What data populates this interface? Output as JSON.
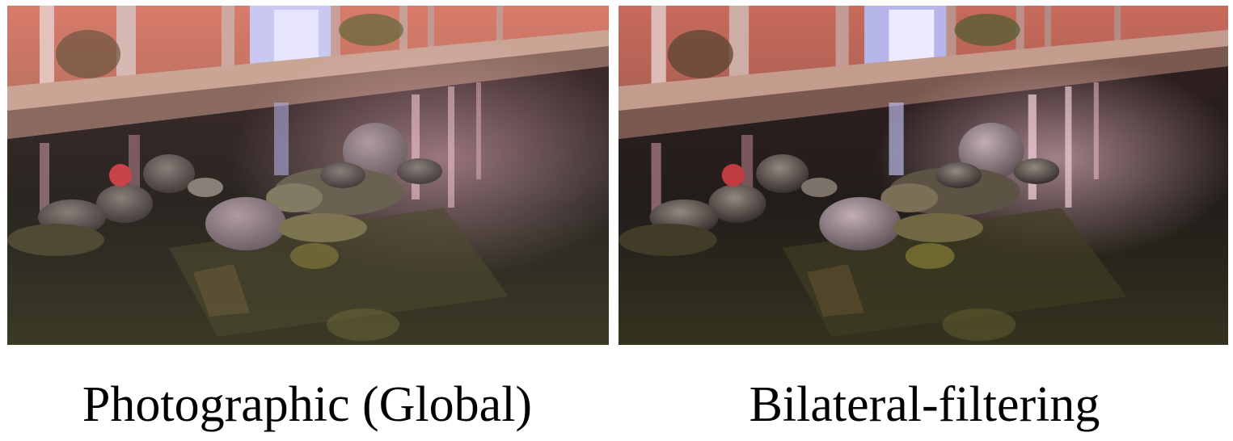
{
  "panels": [
    {
      "caption": "Photographic (Global)",
      "image_alt": "Night scene of a pond with turtles on rocks, warm pink lighting, tone-mapped with global photographic operator"
    },
    {
      "caption": "Bilateral-filtering",
      "image_alt": "Same pond scene with turtles on rocks, tone-mapped with bilateral filtering, slightly darker with more local contrast"
    }
  ],
  "colors": {
    "background": "#ffffff",
    "caption": "#000000"
  }
}
